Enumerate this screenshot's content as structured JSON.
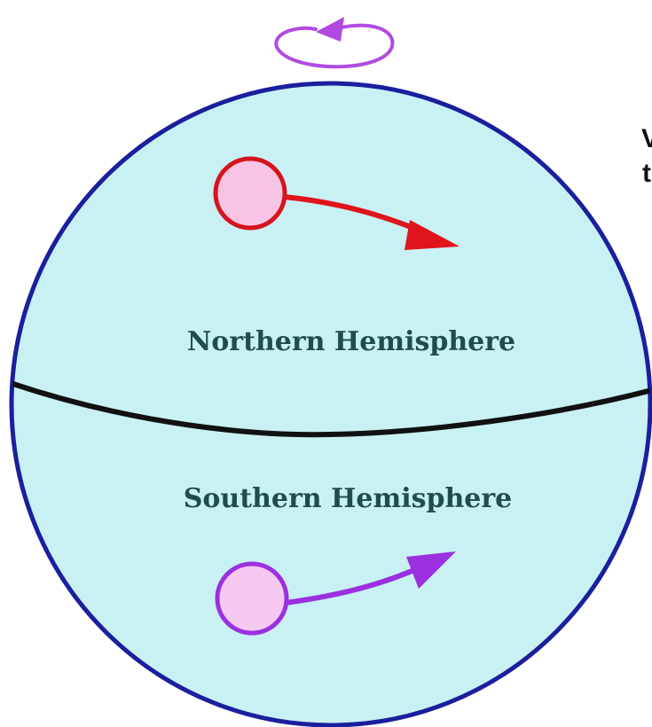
{
  "labels": {
    "northern": "Northern Hemisphere",
    "southern": "Southern Hemisphere",
    "edge_glyph_top": "V",
    "edge_glyph_bottom": "t"
  },
  "colors": {
    "globe_fill": "#c9f1f3",
    "globe_outline": "#1b1f9e",
    "equator": "#111111",
    "north_arrow": "#e0141c",
    "north_ball_fill": "#f7c4e4",
    "south_arrow": "#9b30e0",
    "south_ball_fill": "#f5c9f0",
    "rotation_arrow": "#b14be0"
  },
  "icons": {
    "rotation": "counterclockwise-rotation-arrow-icon",
    "north_motion": "deflected-right-arrow-icon",
    "south_motion": "deflected-left-arrow-icon"
  }
}
